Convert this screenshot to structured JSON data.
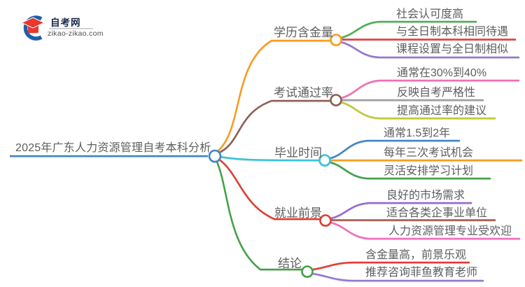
{
  "logo": {
    "title": "自考网",
    "domain": "zikao-zikao.com",
    "brand_blue": "#1e5fa8",
    "brand_red": "#e8382f"
  },
  "center": {
    "label": "2025年广东人力资源管理自考本科分析",
    "color": "#3d85c6"
  },
  "branches": [
    {
      "label": "学历含金量",
      "color": "#f89c1c",
      "leaves": [
        {
          "label": "社会认可度高",
          "color": "#4caf50"
        },
        {
          "label": "与全日制本科相同待遇",
          "color": "#e53935"
        },
        {
          "label": "课程设置与全日制相似",
          "color": "#9575cd"
        }
      ]
    },
    {
      "label": "考试通过率",
      "color": "#8b5e52",
      "leaves": [
        {
          "label": "通常在30%到40%",
          "color": "#f06eb8"
        },
        {
          "label": "反映自考严格性",
          "color": "#9e9e9e"
        },
        {
          "label": "提高通过率的建议",
          "color": "#c0ca33"
        }
      ]
    },
    {
      "label": "毕业时间",
      "color": "#35c3dc",
      "leaves": [
        {
          "label": "通常1.5到2年",
          "color": "#3d85c6"
        },
        {
          "label": "每年三次考试机会",
          "color": "#f89c1c"
        },
        {
          "label": "灵活安排学习计划",
          "color": "#43a047"
        }
      ]
    },
    {
      "label": "就业前景",
      "color": "#e03c31",
      "leaves": [
        {
          "label": "良好的市场需求",
          "color": "#9966cc"
        },
        {
          "label": "适合各类企事业单位",
          "color": "#a0564b"
        },
        {
          "label": "人力资源管理专业受欢迎",
          "color": "#f06ec0"
        }
      ]
    },
    {
      "label": "结论",
      "color": "#43a047",
      "leaves": [
        {
          "label": "含金量高，前景乐观",
          "color": "#e53935"
        },
        {
          "label": "推荐咨询菲鱼教育老师",
          "color": "#9575cd"
        }
      ]
    }
  ]
}
